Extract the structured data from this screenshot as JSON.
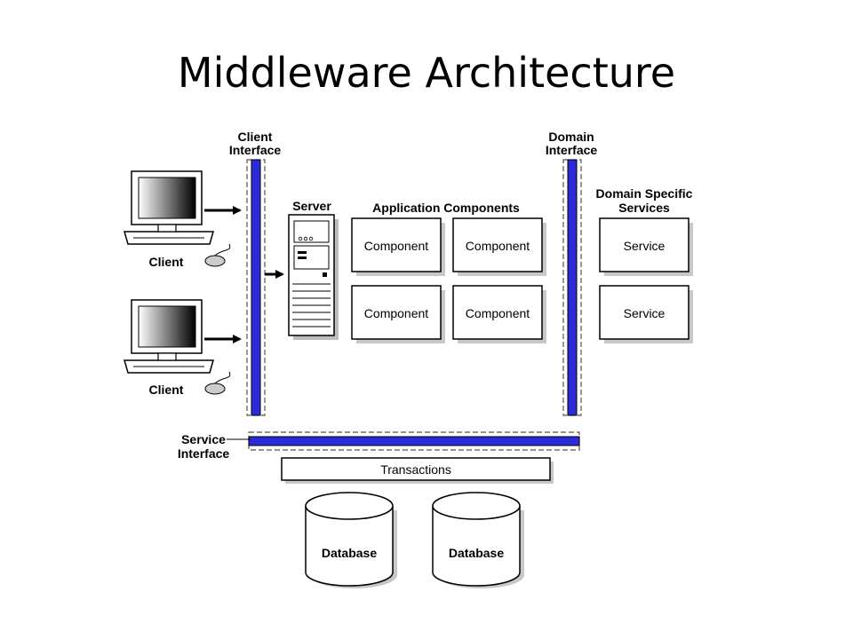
{
  "title": "Middleware Architecture",
  "labels": {
    "client_interface_line1": "Client",
    "client_interface_line2": "Interface",
    "domain_interface_line1": "Domain",
    "domain_interface_line2": "Interface",
    "server": "Server",
    "application_components": "Application Components",
    "domain_services_line1": "Domain Specific",
    "domain_services_line2": "Services",
    "service_interface_line1": "Service",
    "service_interface_line2": "Interface",
    "client_top": "Client",
    "client_bottom": "Client",
    "transactions": "Transactions"
  },
  "components": [
    "Component",
    "Component",
    "Component",
    "Component"
  ],
  "services": [
    "Service",
    "Service"
  ],
  "databases": [
    "Database",
    "Database"
  ],
  "colors": {
    "interface_blue": "#2b2bd8",
    "shadow_gray": "#bdbdbd"
  }
}
